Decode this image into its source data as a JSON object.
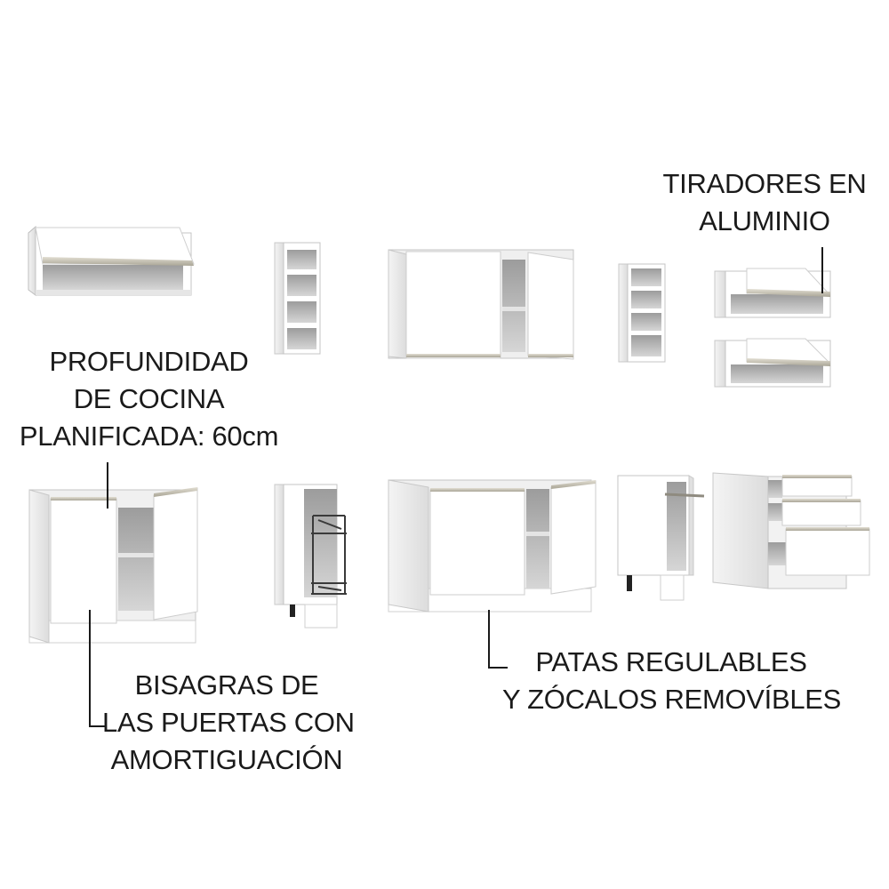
{
  "annotations": {
    "handles": {
      "lines": [
        "TIRADORES EN",
        "ALUMINIO"
      ]
    },
    "depth": {
      "lines": [
        "PROFUNDIDAD",
        "DE COCINA",
        "PLANIFICADA: 60cm"
      ]
    },
    "hinges": {
      "lines": [
        "BISAGRAS DE",
        "LAS PUERTAS CON",
        "AMORTIGUACIÓN"
      ]
    },
    "legs": {
      "lines": [
        "PATAS REGULABLES",
        "Y ZÓCALOS REMOVÍBLES"
      ]
    }
  },
  "colors": {
    "panel_white": "#ffffff",
    "carcass_shadow": "#d9d9d9",
    "interior_gray": "#b8b8b8",
    "edge_gray": "#9a9a9a",
    "handle_aluminium": "#c8c4b8",
    "text": "#1a1a1a"
  },
  "modules": [
    {
      "id": "upper-lift-wide",
      "icon": "upper-cabinet-lift-door-icon"
    },
    {
      "id": "upper-open-shelf-narrow",
      "icon": "open-shelf-column-icon"
    },
    {
      "id": "upper-two-door",
      "icon": "upper-cabinet-two-door-icon"
    },
    {
      "id": "upper-open-shelf-small",
      "icon": "open-shelf-column-icon"
    },
    {
      "id": "upper-lift-small-top",
      "icon": "upper-cabinet-lift-door-icon"
    },
    {
      "id": "upper-lift-small-bottom",
      "icon": "upper-cabinet-lift-door-icon"
    },
    {
      "id": "base-two-door-left",
      "icon": "base-cabinet-two-door-icon"
    },
    {
      "id": "base-spice-rack",
      "icon": "pull-out-rack-icon"
    },
    {
      "id": "base-sink",
      "icon": "sink-base-cabinet-icon"
    },
    {
      "id": "base-single-door",
      "icon": "base-cabinet-single-door-icon"
    },
    {
      "id": "base-drawers",
      "icon": "drawer-unit-icon"
    }
  ]
}
